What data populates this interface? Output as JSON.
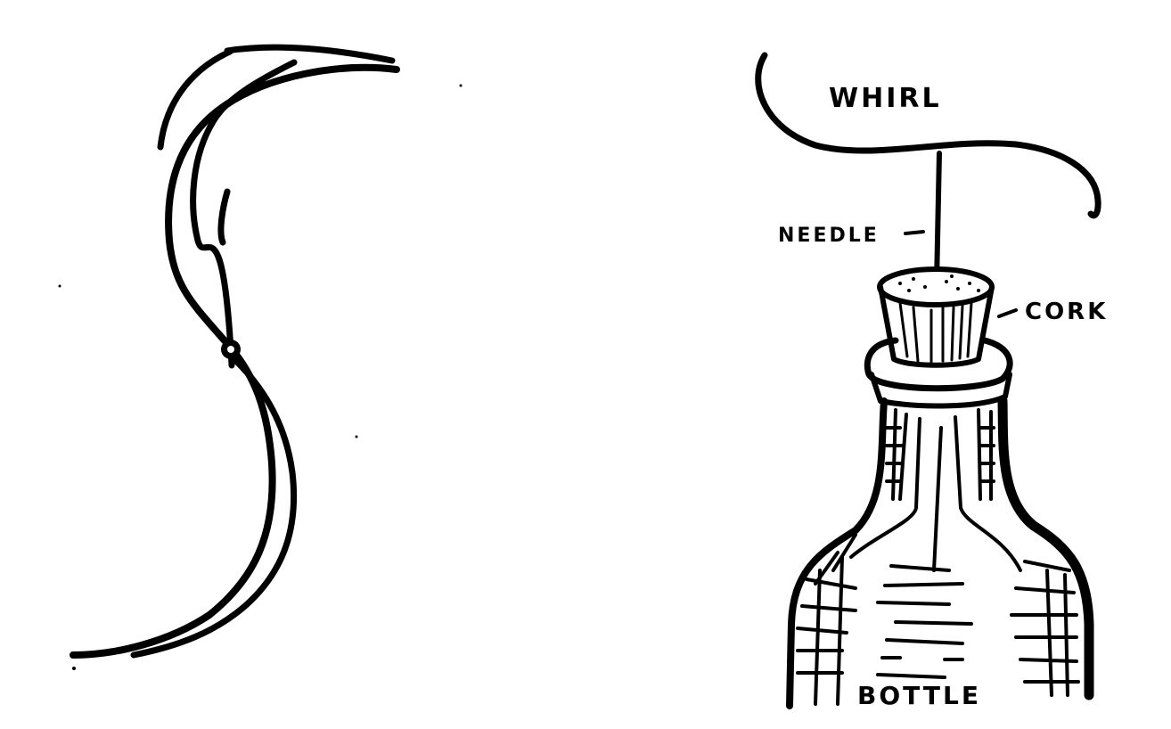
{
  "figure": {
    "left": {
      "subject": "S-shaped whirl (top view)",
      "features": [
        "double-line curved strip",
        "center pivot hole"
      ]
    },
    "right": {
      "subject": "Whirl balanced on needle in corked bottle",
      "labels": {
        "whirl": "WHIRL",
        "needle": "NEEDLE",
        "cork": "CORK",
        "bottle": "BOTTLE"
      }
    },
    "colors": {
      "ink": "#000000",
      "paper": "#ffffff"
    }
  }
}
